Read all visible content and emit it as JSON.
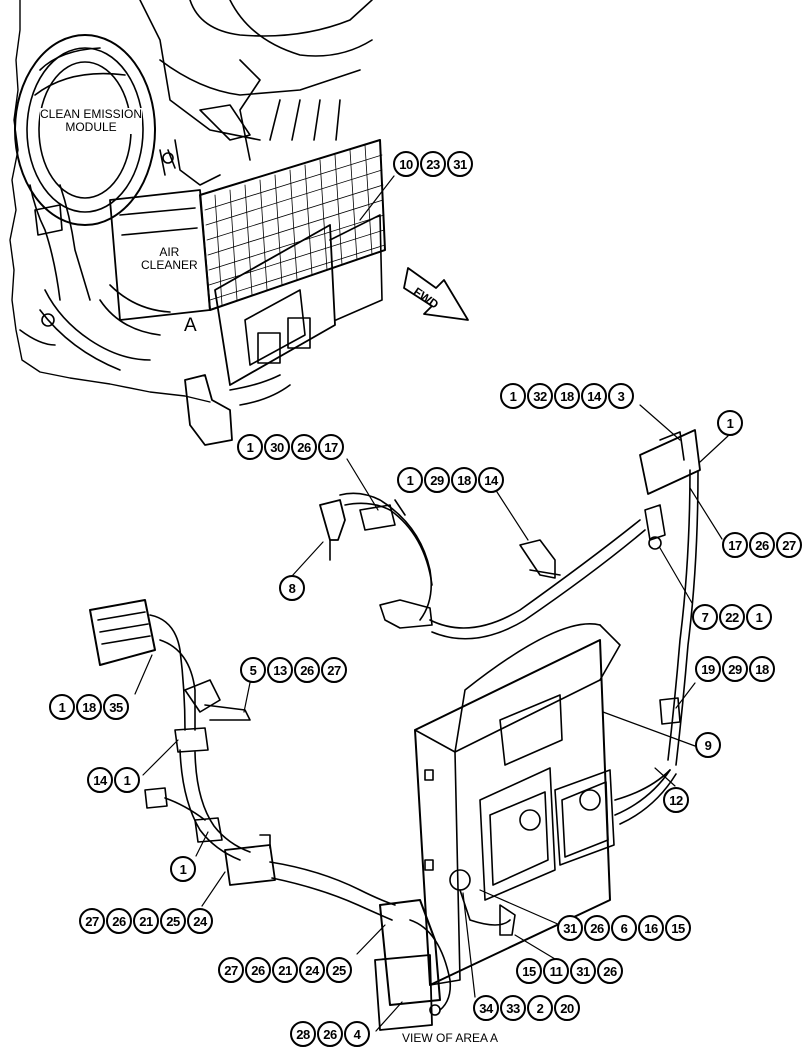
{
  "labels": {
    "clean_emission": [
      "CLEAN EMISSION",
      "MODULE"
    ],
    "air_cleaner": [
      "AIR",
      "CLEANER"
    ],
    "area_marker": "A",
    "fwd": "FWD",
    "caption": "VIEW OF AREA A"
  },
  "callouts": [
    [
      "10",
      "23",
      "31"
    ],
    [
      "1",
      "32",
      "18",
      "14",
      "3"
    ],
    [
      "1"
    ],
    [
      "1",
      "30",
      "26",
      "17"
    ],
    [
      "1",
      "29",
      "18",
      "14"
    ],
    [
      "17",
      "26",
      "27"
    ],
    [
      "8"
    ],
    [
      "7",
      "22",
      "1"
    ],
    [
      "19",
      "29",
      "18"
    ],
    [
      "5",
      "13",
      "26",
      "27"
    ],
    [
      "1",
      "18",
      "35"
    ],
    [
      "9"
    ],
    [
      "14",
      "1"
    ],
    [
      "12"
    ],
    [
      "1"
    ],
    [
      "31",
      "26",
      "6",
      "16",
      "15"
    ],
    [
      "27",
      "26",
      "21",
      "25",
      "24"
    ],
    [
      "15",
      "11",
      "31",
      "26"
    ],
    [
      "27",
      "26",
      "21",
      "24",
      "25"
    ],
    [
      "34",
      "33",
      "2",
      "20"
    ],
    [
      "28",
      "26",
      "4"
    ]
  ]
}
